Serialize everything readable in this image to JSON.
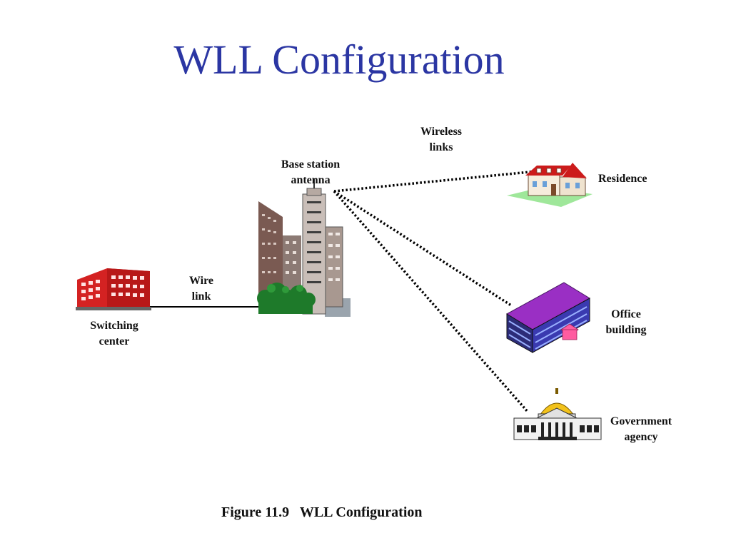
{
  "slide": {
    "title": "WLL Configuration",
    "caption": "Figure 11.9   WLL Configuration"
  },
  "diagram": {
    "nodes": {
      "switching_center": {
        "label": "Switching\ncenter",
        "icon": "red-office-building"
      },
      "base_station": {
        "label": "Base station\nantenna",
        "icon": "antenna-tower-buildings"
      },
      "residence": {
        "label": "Residence",
        "icon": "house"
      },
      "office_building": {
        "label": "Office\nbuilding",
        "icon": "purple-office-building"
      },
      "government_agency": {
        "label": "Government\nagency",
        "icon": "domed-government-building"
      }
    },
    "edges": {
      "wire_link": {
        "label": "Wire\nlink",
        "style": "solid",
        "from": "switching_center",
        "to": "base_station"
      },
      "wireless_links": {
        "label": "Wireless\nlinks",
        "style": "dotted",
        "from": "base_station",
        "to": [
          "residence",
          "office_building",
          "government_agency"
        ]
      }
    }
  },
  "colors": {
    "title": "#2b36a3",
    "switching_center": "#d42222",
    "office_roof": "#9a2fc4",
    "office_windows": "#2233aa",
    "dome": "#f2c21b",
    "residence_roof": "#cc1b1b",
    "lawn": "#9fe79a",
    "trees": "#1e7a2a"
  }
}
